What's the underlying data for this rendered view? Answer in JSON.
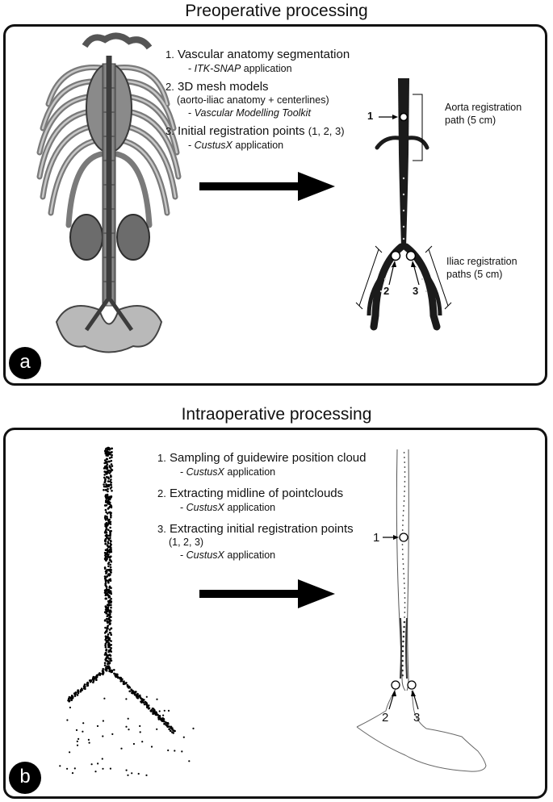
{
  "preop": {
    "title": "Preoperative processing",
    "badge": "a",
    "steps": [
      {
        "num": "1.",
        "title": "Vascular anatomy segmentation",
        "sub_prefix": "- ",
        "sub_italic": "ITK-SNAP",
        "sub_rest": " application"
      },
      {
        "num": "2.",
        "title": "3D mesh models",
        "note": "(aorto-iliac anatomy + centerlines)",
        "sub_prefix": "- ",
        "sub_italic": "Vascular Modelling Toolkit",
        "sub_rest": ""
      },
      {
        "num": "3.",
        "title": "Initial registration points",
        "title_suffix": "(1, 2, 3)",
        "sub_prefix": "- ",
        "sub_italic": "CustusX",
        "sub_rest": " application"
      }
    ],
    "aorta_label_line1": "Aorta registration",
    "aorta_label_line2": "path (5 cm)",
    "iliac_label_line1": "Iliac registration",
    "iliac_label_line2": "paths (5 cm)",
    "point_labels": [
      "1",
      "2",
      "3"
    ]
  },
  "intraop": {
    "title": "Intraoperative processing",
    "badge": "b",
    "steps": [
      {
        "num": "1.",
        "title": "Sampling of guidewire position cloud",
        "sub_prefix": "- ",
        "sub_italic": "CustusX",
        "sub_rest": " application"
      },
      {
        "num": "2.",
        "title": "Extracting midline of pointclouds",
        "sub_prefix": "- ",
        "sub_italic": "CustusX",
        "sub_rest": " application"
      },
      {
        "num": "3.",
        "title": "Extracting initial registration points",
        "note": "(1, 2, 3)",
        "sub_prefix": "- ",
        "sub_italic": "CustusX",
        "sub_rest": " application"
      }
    ],
    "point_labels": [
      "1",
      "2",
      "3"
    ]
  }
}
